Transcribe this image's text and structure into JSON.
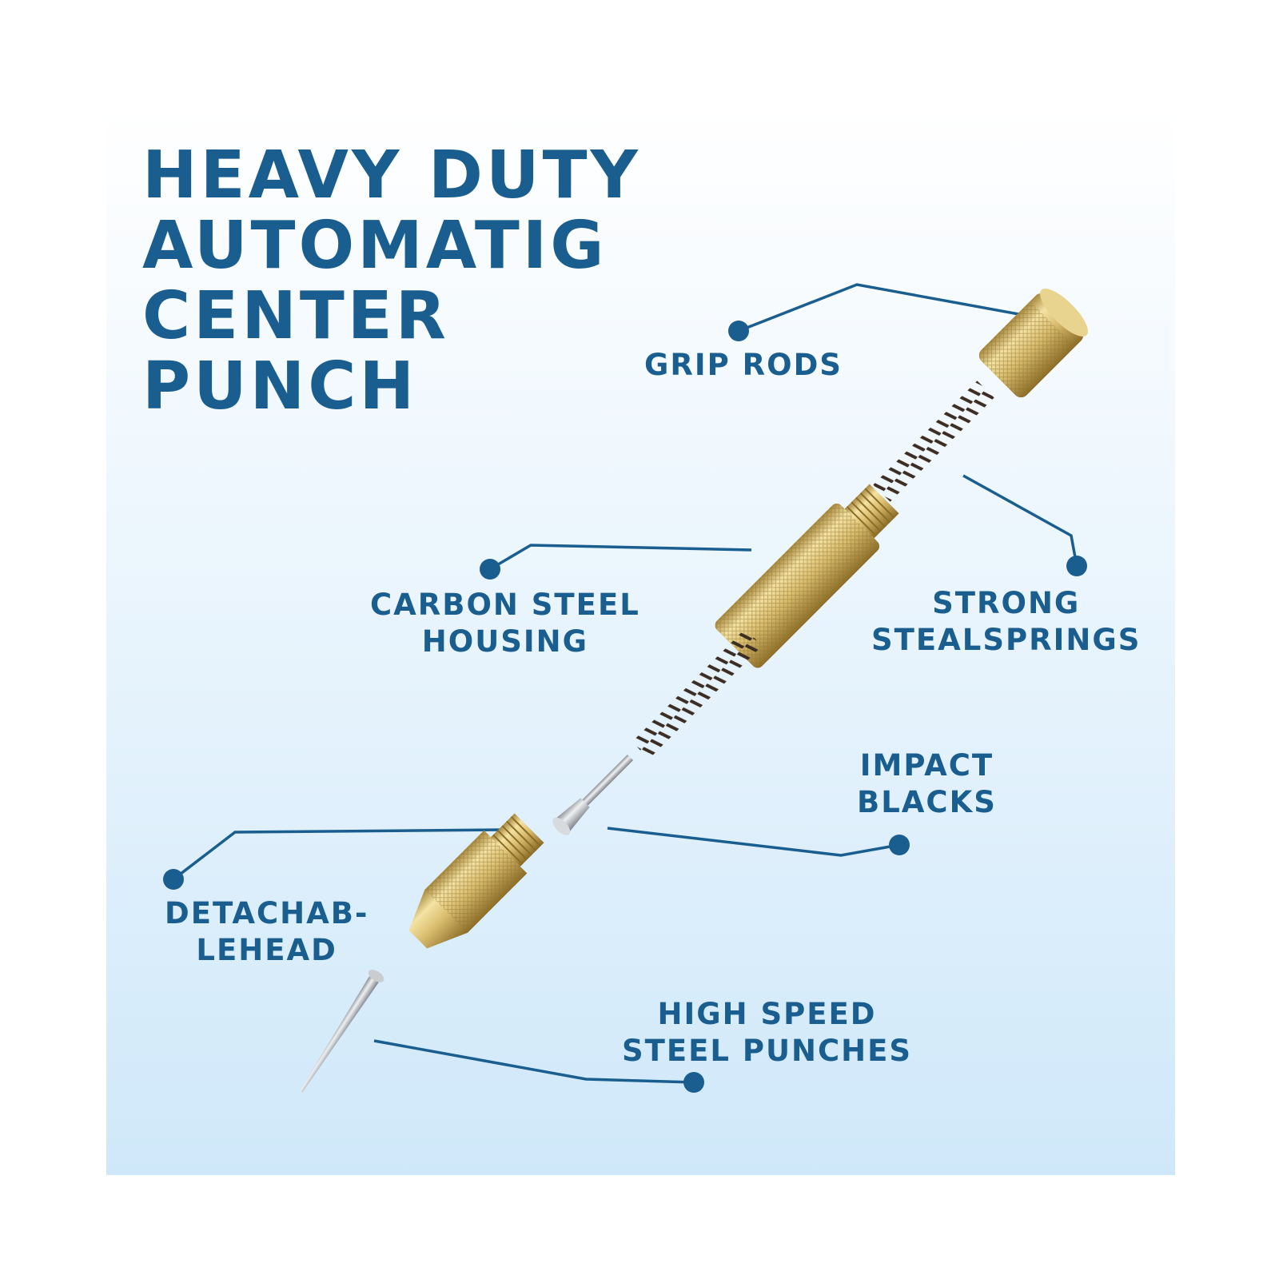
{
  "title_lines": [
    "HEAVY DUTY",
    "AUTOMATIG",
    "CENTER",
    "PUNCH"
  ],
  "callouts": {
    "grip_rods": [
      "GRIP RODS"
    ],
    "carbon_steel_housing": [
      "CARBON STEEL",
      "HOUSING"
    ],
    "strong_steal_springs": [
      "STRONG",
      "STEALSPRINGS"
    ],
    "impact_blacks": [
      "IMPACT",
      "BLACKS"
    ],
    "detachable_head": [
      "DETACHAB-",
      "LEHEAD"
    ],
    "high_speed_steel_punches": [
      "HIGH SPEED",
      "STEEL PUNCHES"
    ]
  },
  "colors": {
    "text": "#1a5e8f",
    "leader": "#1a5e8f",
    "brass": "#d9bd6e",
    "spring": "#4a3a2c",
    "steel": "#c0c4c8",
    "background_top": "#ffffff",
    "background_bottom": "#cfe8f9"
  }
}
